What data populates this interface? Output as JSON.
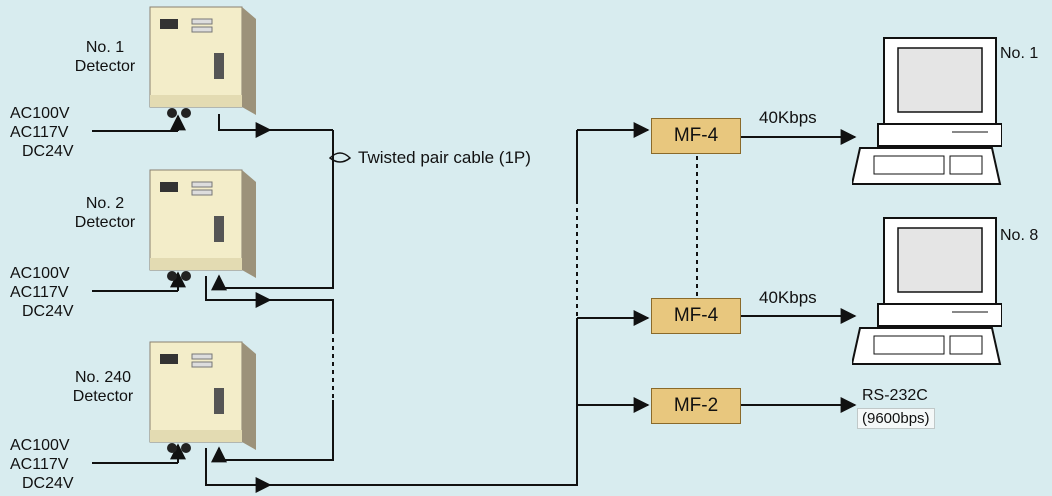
{
  "detectors": [
    {
      "name": "No. 1",
      "type": "Detector",
      "power": [
        "AC100V",
        "AC117V",
        "DC24V"
      ]
    },
    {
      "name": "No. 2",
      "type": "Detector",
      "power": [
        "AC100V",
        "AC117V",
        "DC24V"
      ]
    },
    {
      "name": "No. 240",
      "type": "Detector",
      "power": [
        "AC100V",
        "AC117V",
        "DC24V"
      ]
    }
  ],
  "cable_label": "Twisted pair cable (1P)",
  "converters": [
    {
      "label": "MF-4",
      "output": "40Kbps",
      "pc": "No. 1"
    },
    {
      "label": "MF-4",
      "output": "40Kbps",
      "pc": "No. 8"
    },
    {
      "label": "MF-2",
      "output": "RS-232C",
      "output_detail": "(9600bps)"
    }
  ],
  "colors": {
    "background": "#d8ecef",
    "converter_fill": "#e8c77e",
    "device_body": "#f3edc9"
  }
}
